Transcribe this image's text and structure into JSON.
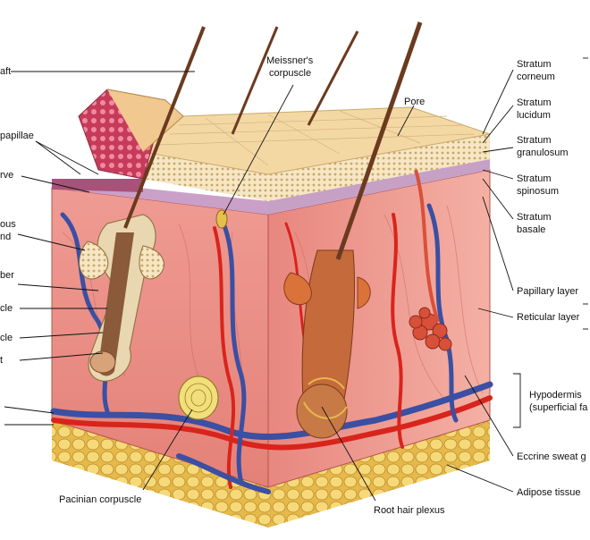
{
  "labels": {
    "hair_shaft": "aft",
    "dermal_papillae": "papillae",
    "nerve": "rve",
    "sebaceous_gland_1": "ous",
    "sebaceous_gland_2": "nd",
    "fiber": "ber",
    "muscle": "cle",
    "follicle": "cle",
    "root": "t",
    "meissner_1": "Meissner's",
    "meissner_2": "corpuscle",
    "pore": "Pore",
    "corneum_1": "Stratum",
    "corneum_2": "corneum",
    "lucidum_1": "Stratum",
    "lucidum_2": "lucidum",
    "granulosum_1": "Stratum",
    "granulosum_2": "granulosum",
    "spinosum_1": "Stratum",
    "spinosum_2": "spinosum",
    "basale_1": "Stratum",
    "basale_2": "basale",
    "papillary": "Papillary layer",
    "reticular": "Reticular layer",
    "hypodermis_1": "Hypodermis",
    "hypodermis_2": "(superficial fa",
    "eccrine": "Eccrine sweat g",
    "adipose": "Adipose tissue",
    "root_hair_plexus": "Root hair plexus",
    "pacinian": "Pacinian corpuscle"
  },
  "colors": {
    "dermis": "#e98d86",
    "epidermis_top": "#f3d49c",
    "artery": "#d8241c",
    "vein": "#3b4fa3",
    "fat": "#f1cf68",
    "hair": "#6b3a1f"
  }
}
